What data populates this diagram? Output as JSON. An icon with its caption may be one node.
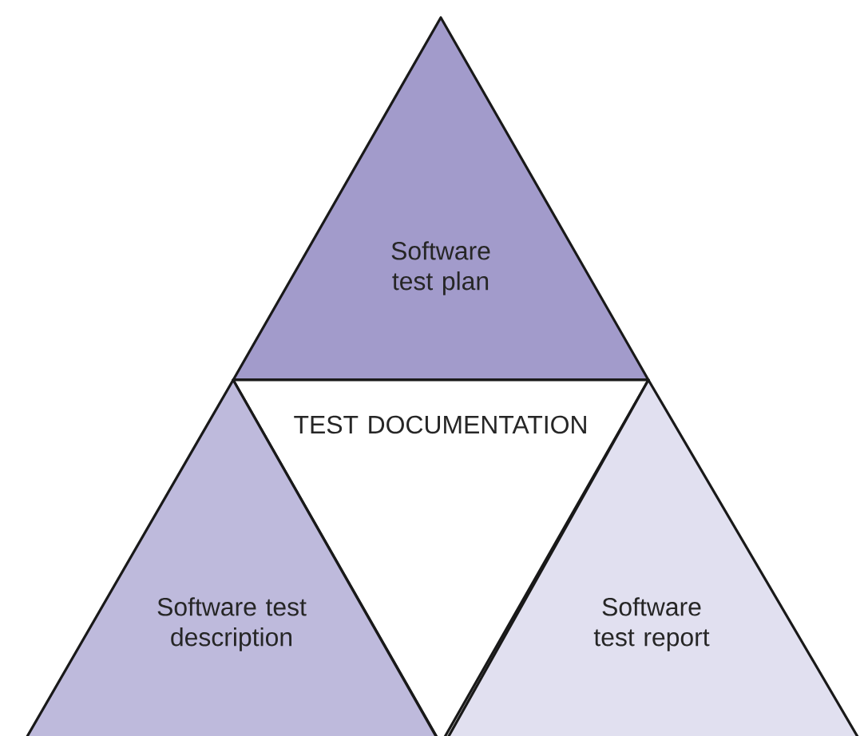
{
  "diagram": {
    "nodes": [
      {
        "text": [
          "Software test plan"
        ]
      },
      {
        "text": [
          "TEST DOCUMENTATION"
        ]
      },
      {
        "text": [
          "Software test description"
        ]
      },
      {
        "text": [
          "Software test report"
        ]
      }
    ]
  }
}
